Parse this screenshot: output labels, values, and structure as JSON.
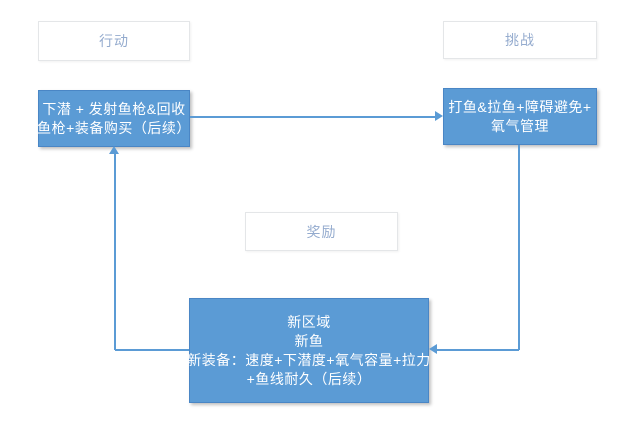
{
  "diagram": {
    "colors": {
      "node_fill": "#5b9bd5",
      "node_border": "#4a86c5",
      "node_text": "#ffffff",
      "label_text": "#94abce",
      "label_border": "#e4e6e8",
      "connector": "#5b9bd5",
      "background": "#ffffff"
    },
    "labels": {
      "action": "行动",
      "challenge": "挑战",
      "reward": "奖励"
    },
    "nodes": {
      "action": {
        "lines": [
          "下潜 + 发射鱼枪&回收",
          "鱼枪+装备购买（后续）"
        ]
      },
      "challenge": {
        "lines": [
          "打鱼&拉鱼+障碍避免+",
          "氧气管理"
        ]
      },
      "reward": {
        "lines": [
          "新区域",
          "新鱼",
          "新装备：速度+下潜度+氧气容量+拉力",
          "+鱼线耐久（后续）"
        ]
      }
    },
    "connectors": [
      {
        "from": "action-node",
        "to": "challenge-node",
        "direction": "right"
      },
      {
        "from": "challenge-node",
        "to": "reward-node",
        "direction": "down-left"
      },
      {
        "from": "reward-node",
        "to": "action-node",
        "direction": "left-up"
      }
    ]
  }
}
